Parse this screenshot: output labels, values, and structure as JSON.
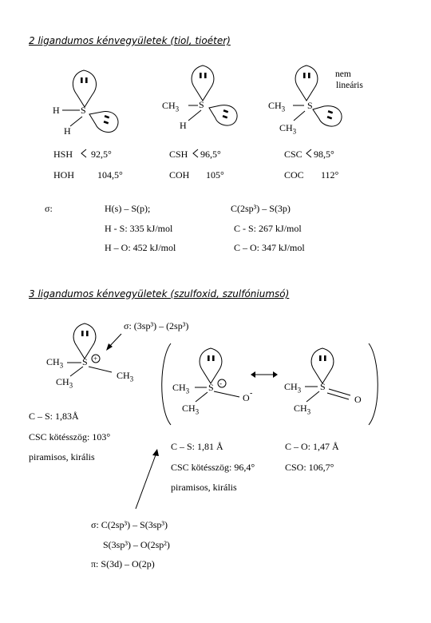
{
  "section1": {
    "heading": "2 ligandumos kénvegyületek (tiol, tioéter)",
    "nonlinear_note": [
      "nem",
      "lineáris"
    ],
    "mol1": {
      "h_top": "H",
      "s": "S",
      "h_bottom": "H"
    },
    "mol2": {
      "ch3": "CH3",
      "s": "S",
      "h": "H"
    },
    "mol3": {
      "ch3_left": "CH3",
      "s": "S",
      "ch3_bottom": "CH3"
    },
    "angles_row1": [
      {
        "label": "HSH",
        "value": "92,5°"
      },
      {
        "label": "CSH",
        "value": "96,5°"
      },
      {
        "label": "CSC",
        "value": "98,5°"
      }
    ],
    "angles_row2": [
      {
        "label": "HOH",
        "value": "104,5°"
      },
      {
        "label": "COH",
        "value": "105°"
      },
      {
        "label": "COC",
        "value": "112°"
      }
    ],
    "sigma_label": "σ:",
    "bond_type_left": "H(s) – S(p);",
    "bond_type_right": "C(2sp³) – S(3p)",
    "energies": [
      {
        "text": "H - S: 335 kJ/mol"
      },
      {
        "text": "C - S: 267 kJ/mol"
      },
      {
        "text": "H – O: 452 kJ/mol"
      },
      {
        "text": "C – O: 347 kJ/mol"
      }
    ]
  },
  "section2": {
    "heading": "3 ligandumos kénvegyületek (szulfoxid, szulfóniumsó)",
    "sigma_hybrid": "σ: (3sp³) – (2sp³)",
    "sulfonium": {
      "ch3_1": "CH3",
      "s": "S",
      "ch3_2": "CH3",
      "ch3_3": "CH3",
      "charge": "+"
    },
    "sulfoxide_a": {
      "ch3_1": "CH3",
      "s": "S",
      "ch3_2": "CH3",
      "o": "O",
      "charge": "-"
    },
    "sulfoxide_b": {
      "ch3_1": "CH3",
      "s": "S",
      "ch3_2": "CH3",
      "o": "O"
    },
    "sulfonium_props": [
      "C – S: 1,83Å",
      "CSC kötésszög: 103°",
      "piramisos, királis"
    ],
    "sulfoxide_props_left": [
      "C – S: 1,81 Å",
      "CSC kötésszög: 96,4°",
      "piramisos, királis"
    ],
    "sulfoxide_props_right": [
      "C – O: 1,47 Å",
      "CSO: 106,7°"
    ],
    "orbital_notes": [
      "σ: C(2sp³) – S(3sp³)",
      "S(3sp³) – O(2sp²)",
      "π:  S(3d) – O(2p)"
    ]
  }
}
